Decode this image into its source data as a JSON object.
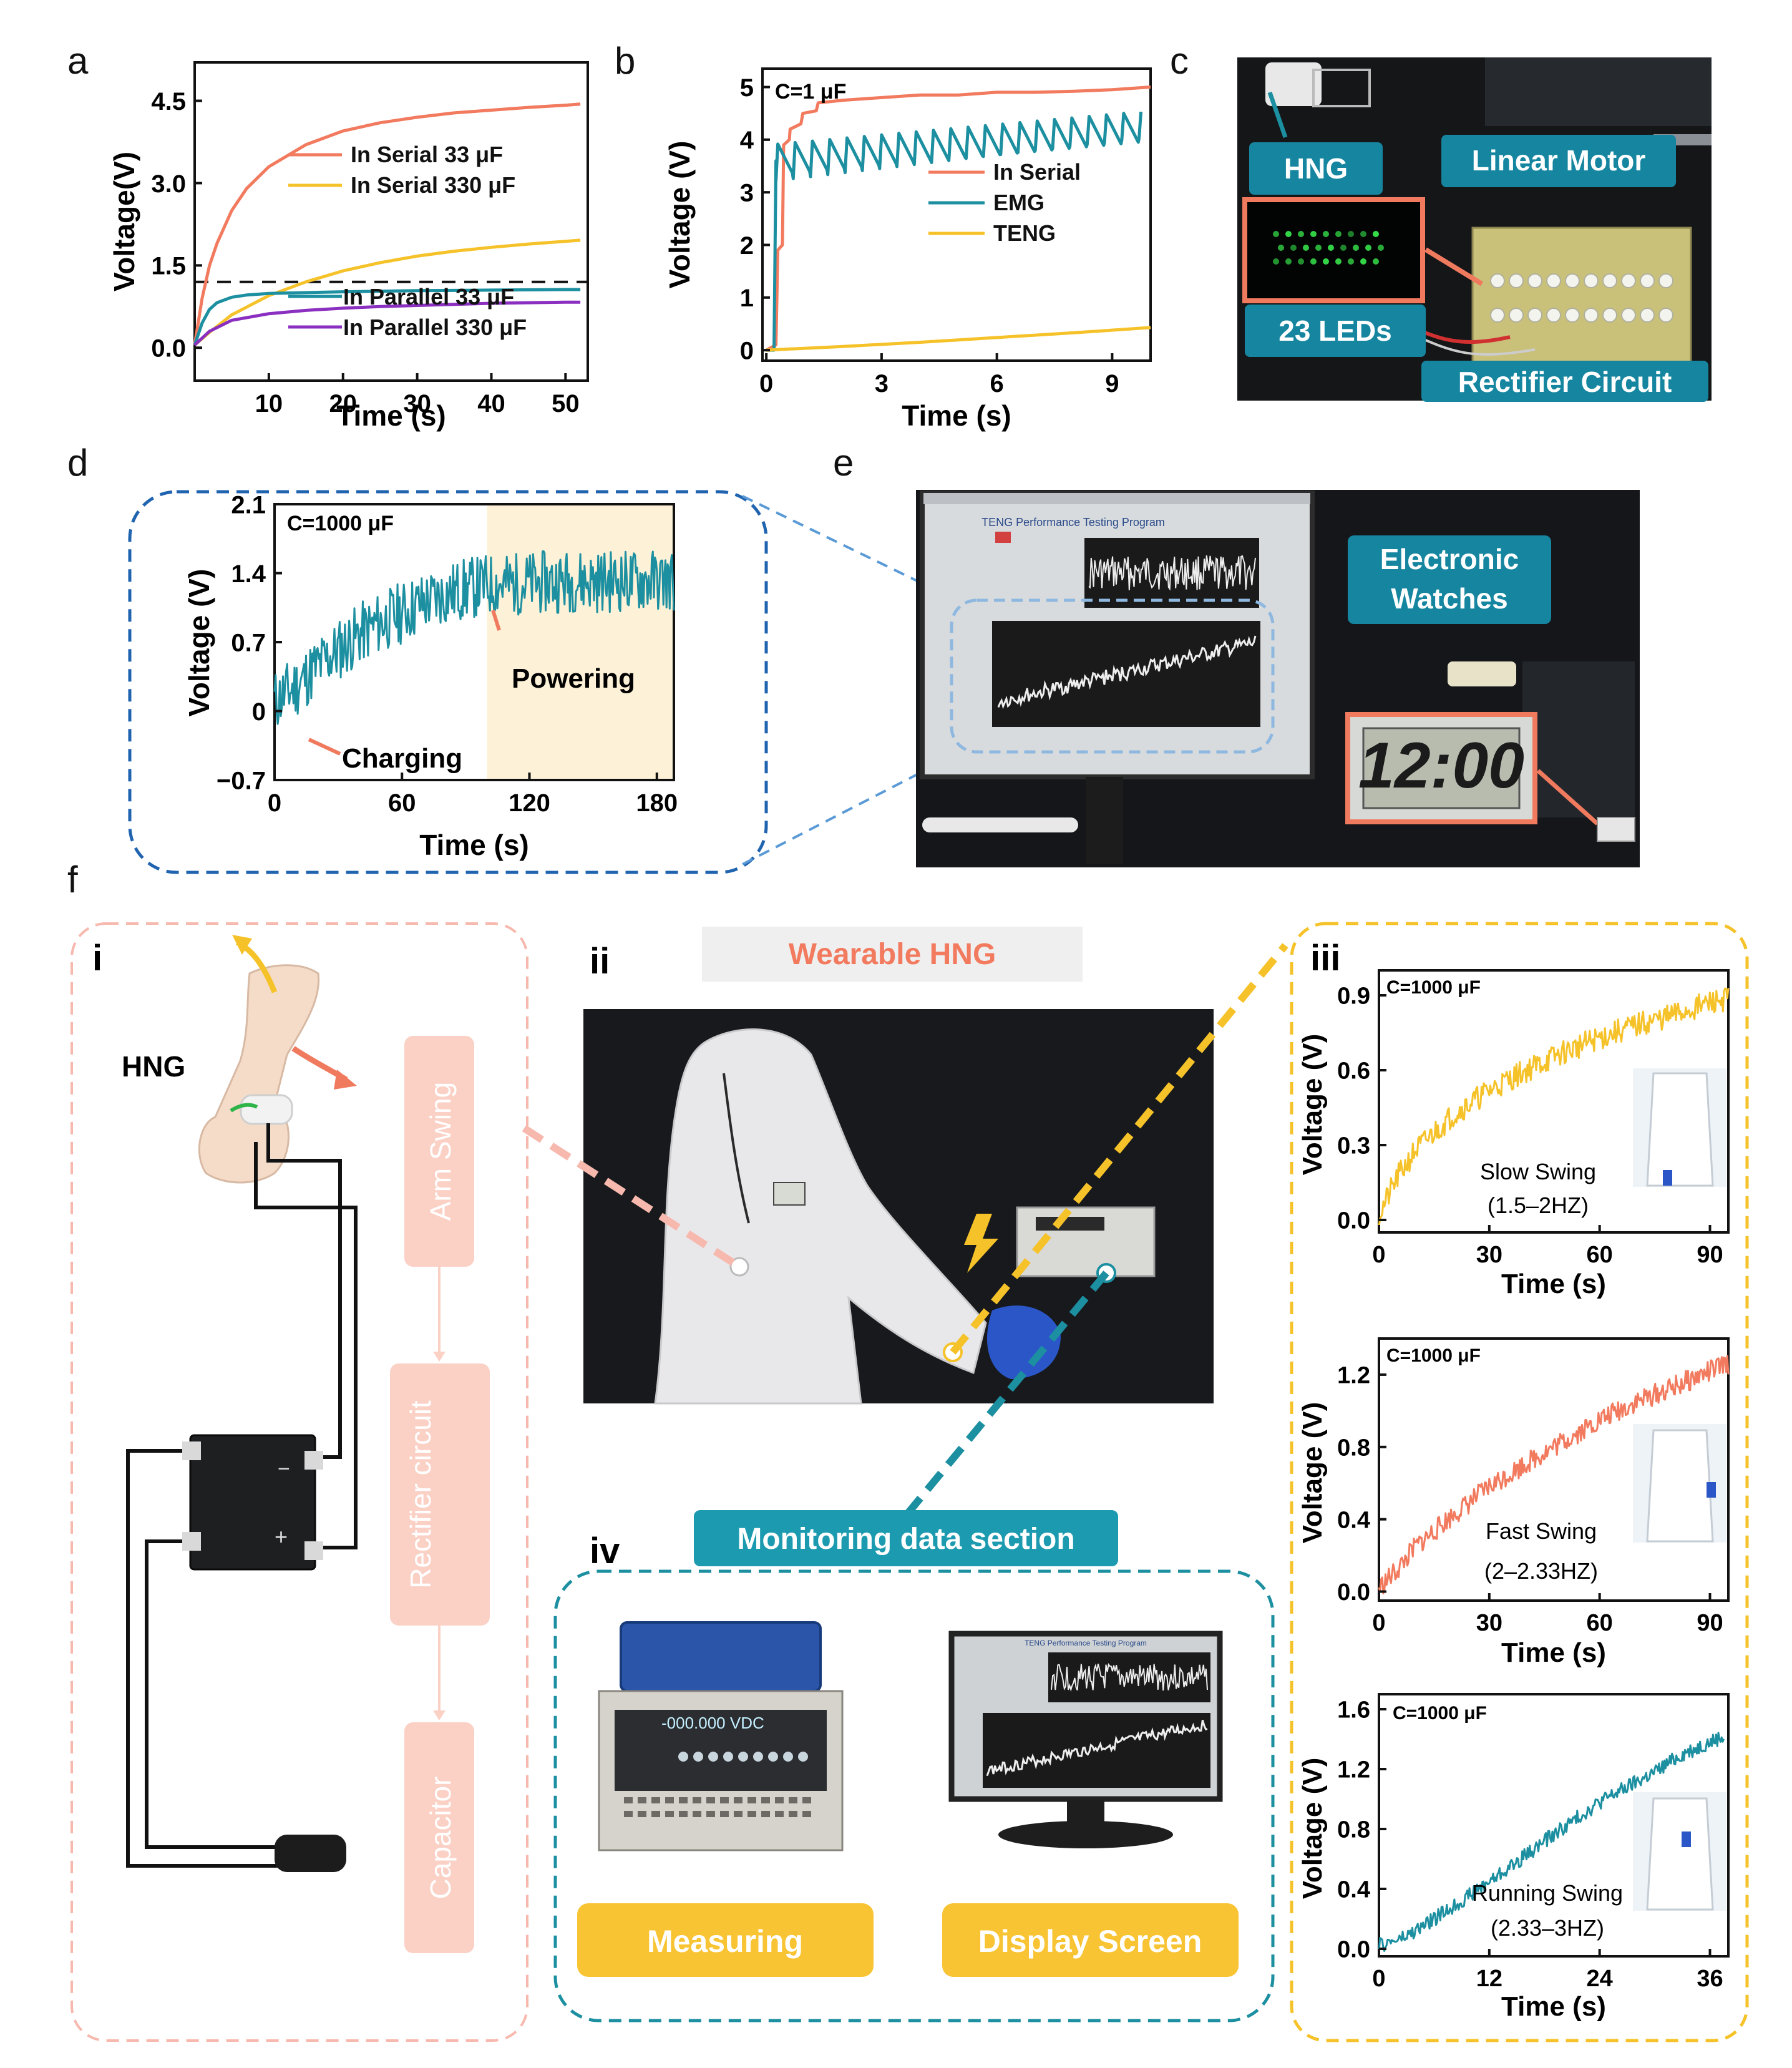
{
  "panel_labels": {
    "a": "a",
    "b": "b",
    "c": "c",
    "d": "d",
    "e": "e",
    "f": "f"
  },
  "sub_labels": {
    "i": "i",
    "ii": "ii",
    "iii": "iii",
    "iv": "iv"
  },
  "colors": {
    "salmon": "#f27a5e",
    "gold": "#f6c22a",
    "teal": "#1c8fa0",
    "purple": "#8a2fc0",
    "pink_box": "#fbd1c6",
    "yellow_btn": "#f8c433",
    "blue_dash": "#2064b0",
    "teal_label": "#177e94"
  },
  "photo_c": {
    "labels": {
      "hng": "HNG",
      "motor": "Linear Motor",
      "leds": "23 LEDs",
      "rectifier": "Rectifier Circuit"
    }
  },
  "photo_e": {
    "labels": {
      "watches_1": "Electronic",
      "watches_2": "Watches",
      "program": "TENG Performance Testing Program",
      "clock": "12:00"
    }
  },
  "section_f": {
    "i": {
      "hng": "HNG",
      "steps": [
        "Arm Swing",
        "Rectifier circuit",
        "Capacitor"
      ]
    },
    "ii": {
      "title": "Wearable HNG"
    },
    "iv": {
      "header": "Monitoring data section",
      "measuring": "Measuring",
      "display": "Display Screen",
      "meter_reading": "-000.000 VDC",
      "program": "TENG Performance Testing Program"
    }
  },
  "chart_data": [
    {
      "id": "a",
      "type": "line",
      "xlabel": "Time (s)",
      "ylabel": "Voltage(V)",
      "xlim": [
        0,
        53
      ],
      "ylim": [
        -0.6,
        5.2
      ],
      "xticks": [
        10,
        20,
        30,
        40,
        50
      ],
      "yticks": [
        0.0,
        1.5,
        3.0,
        4.5
      ],
      "ytick_labels": [
        "0.0",
        "1.5",
        "3.0",
        "4.5"
      ],
      "reference_line": {
        "y": 1.2,
        "style": "dashed"
      },
      "legend": [
        "In Serial  33 μF",
        "In Serial  330 μF",
        "In Parallel 33 μF",
        "In Parallel 330 μF"
      ],
      "series": [
        {
          "name": "In Serial  33 μF",
          "color": "#f27a5e",
          "x": [
            0,
            1,
            2,
            3,
            5,
            7,
            10,
            15,
            20,
            25,
            30,
            35,
            40,
            45,
            50,
            52
          ],
          "y": [
            0.05,
            0.9,
            1.5,
            1.9,
            2.5,
            2.9,
            3.3,
            3.7,
            3.95,
            4.1,
            4.2,
            4.28,
            4.33,
            4.38,
            4.42,
            4.44
          ]
        },
        {
          "name": "In Serial  330 μF",
          "color": "#f6c22a",
          "x": [
            0,
            2,
            5,
            10,
            15,
            20,
            25,
            30,
            35,
            40,
            45,
            50,
            52
          ],
          "y": [
            0.05,
            0.28,
            0.6,
            0.95,
            1.2,
            1.4,
            1.55,
            1.67,
            1.76,
            1.83,
            1.89,
            1.94,
            1.96
          ]
        },
        {
          "name": "In Parallel 33 μF",
          "color": "#1c8fa0",
          "x": [
            0,
            1,
            2,
            3,
            5,
            7,
            10,
            20,
            30,
            40,
            50,
            52
          ],
          "y": [
            0.05,
            0.45,
            0.7,
            0.82,
            0.92,
            0.96,
            0.99,
            1.02,
            1.04,
            1.05,
            1.06,
            1.06
          ]
        },
        {
          "name": "In Parallel 330 μF",
          "color": "#8a2fc0",
          "x": [
            0,
            2,
            5,
            10,
            15,
            20,
            25,
            30,
            35,
            40,
            45,
            50,
            52
          ],
          "y": [
            0.05,
            0.3,
            0.5,
            0.62,
            0.68,
            0.72,
            0.75,
            0.77,
            0.79,
            0.81,
            0.82,
            0.83,
            0.83
          ]
        }
      ]
    },
    {
      "id": "b",
      "type": "line",
      "title": "C=1 μF",
      "xlabel": "Time (s)",
      "ylabel": "Voltage (V)",
      "xlim": [
        -0.1,
        10
      ],
      "ylim": [
        -0.2,
        5.35
      ],
      "xticks": [
        0,
        3,
        6,
        9
      ],
      "yticks": [
        0,
        1,
        2,
        3,
        4,
        5
      ],
      "legend": [
        "In Serial",
        "EMG",
        "TENG"
      ],
      "series": [
        {
          "name": "In Serial",
          "color": "#f27a5e",
          "x": [
            0,
            0.25,
            0.3,
            0.42,
            0.45,
            0.6,
            0.62,
            0.9,
            0.95,
            1.3,
            1.35,
            2,
            3,
            4,
            5,
            6,
            7,
            8,
            9,
            10
          ],
          "y": [
            0,
            0.1,
            1.9,
            2.0,
            3.9,
            4.0,
            4.2,
            4.3,
            4.5,
            4.55,
            4.7,
            4.75,
            4.8,
            4.85,
            4.85,
            4.9,
            4.9,
            4.92,
            4.95,
            5.0
          ]
        },
        {
          "name": "EMG",
          "color": "#1c8fa0",
          "sawtooth": true,
          "rise": [
            [
              0,
              0
            ],
            [
              0.2,
              0
            ],
            [
              0.25,
              3.6
            ]
          ],
          "period": 0.45,
          "low_start": 3.2,
          "low_end": 4.05,
          "high_start": 3.9,
          "high_end": 4.55,
          "x_end": 10
        },
        {
          "name": "TENG",
          "color": "#f6c22a",
          "x": [
            0,
            2,
            4,
            6,
            8,
            10
          ],
          "y": [
            0,
            0.07,
            0.15,
            0.24,
            0.33,
            0.43
          ]
        }
      ]
    },
    {
      "id": "d",
      "type": "line",
      "title": "C=1000 μF",
      "xlabel": "Time (s)",
      "ylabel": "Voltage (V)",
      "xlim": [
        0,
        188
      ],
      "ylim": [
        -0.7,
        2.1
      ],
      "xticks": [
        0,
        60,
        120,
        180
      ],
      "yticks": [
        -0.7,
        0,
        0.7,
        1.4,
        2.1
      ],
      "ytick_labels": [
        "−0.7",
        "0",
        "0.7",
        "1.4",
        "2.1"
      ],
      "shaded_region": {
        "x0": 100,
        "x1": 188,
        "color": "#fdf2d8"
      },
      "annotations": [
        "Charging",
        "Powering"
      ],
      "series": [
        {
          "name": "",
          "color": "#1c8fa0",
          "noise": 0.32,
          "x": [
            0,
            10,
            20,
            30,
            40,
            50,
            60,
            70,
            80,
            90,
            100,
            120,
            140,
            160,
            188
          ],
          "y": [
            0.1,
            0.25,
            0.45,
            0.62,
            0.78,
            0.9,
            1.0,
            1.1,
            1.18,
            1.24,
            1.28,
            1.3,
            1.32,
            1.32,
            1.33
          ]
        }
      ]
    },
    {
      "id": "f-iii-slow",
      "type": "line",
      "title": "C=1000 μF",
      "xlabel": "Time (s)",
      "ylabel": "Voltage (V)",
      "xlim": [
        0,
        95
      ],
      "ylim": [
        -0.05,
        1.0
      ],
      "xticks": [
        0,
        30,
        60,
        90
      ],
      "yticks": [
        0.0,
        0.3,
        0.6,
        0.9
      ],
      "ytick_labels": [
        "0.0",
        "0.3",
        "0.6",
        "0.9"
      ],
      "annotations": [
        "Slow Swing",
        "(1.5–2HZ)"
      ],
      "series": [
        {
          "name": "",
          "color": "#f6c22a",
          "noise": 0.05,
          "x": [
            0,
            5,
            10,
            20,
            30,
            40,
            50,
            60,
            70,
            80,
            90,
            95
          ],
          "y": [
            0.02,
            0.17,
            0.28,
            0.42,
            0.52,
            0.6,
            0.67,
            0.73,
            0.78,
            0.82,
            0.87,
            0.89
          ]
        }
      ]
    },
    {
      "id": "f-iii-fast",
      "type": "line",
      "title": "C=1000 μF",
      "xlabel": "Time (s)",
      "ylabel": "Voltage (V)",
      "xlim": [
        0,
        95
      ],
      "ylim": [
        -0.05,
        1.4
      ],
      "xticks": [
        0,
        30,
        60,
        90
      ],
      "yticks": [
        0.0,
        0.4,
        0.8,
        1.2
      ],
      "ytick_labels": [
        "0.0",
        "0.4",
        "0.8",
        "1.2"
      ],
      "annotations": [
        "Fast Swing",
        "(2–2.33HZ)"
      ],
      "series": [
        {
          "name": "",
          "color": "#f27a5e",
          "noise": 0.06,
          "x": [
            0,
            5,
            10,
            20,
            30,
            40,
            50,
            60,
            70,
            80,
            90,
            95
          ],
          "y": [
            0.02,
            0.12,
            0.25,
            0.42,
            0.58,
            0.71,
            0.83,
            0.95,
            1.05,
            1.13,
            1.22,
            1.26
          ]
        }
      ]
    },
    {
      "id": "f-iii-running",
      "type": "line",
      "title": "C=1000 μF",
      "xlabel": "Time (s)",
      "ylabel": "Voltage (V)",
      "xlim": [
        0,
        38
      ],
      "ylim": [
        -0.05,
        1.7
      ],
      "xticks": [
        0,
        12,
        24,
        36
      ],
      "yticks": [
        0.0,
        0.4,
        0.8,
        1.2,
        1.6
      ],
      "ytick_labels": [
        "0.0",
        "0.4",
        "0.8",
        "1.2",
        "1.6"
      ],
      "annotations": [
        "Running Swing",
        "(2.33–3HZ)"
      ],
      "series": [
        {
          "name": "",
          "color": "#1c8fa0",
          "noise": 0.05,
          "x": [
            0,
            3,
            6,
            9,
            12,
            15,
            18,
            21,
            24,
            27,
            30,
            33,
            36,
            37.5
          ],
          "y": [
            0.02,
            0.08,
            0.2,
            0.32,
            0.45,
            0.58,
            0.72,
            0.85,
            0.98,
            1.08,
            1.18,
            1.3,
            1.38,
            1.42
          ]
        }
      ]
    }
  ]
}
